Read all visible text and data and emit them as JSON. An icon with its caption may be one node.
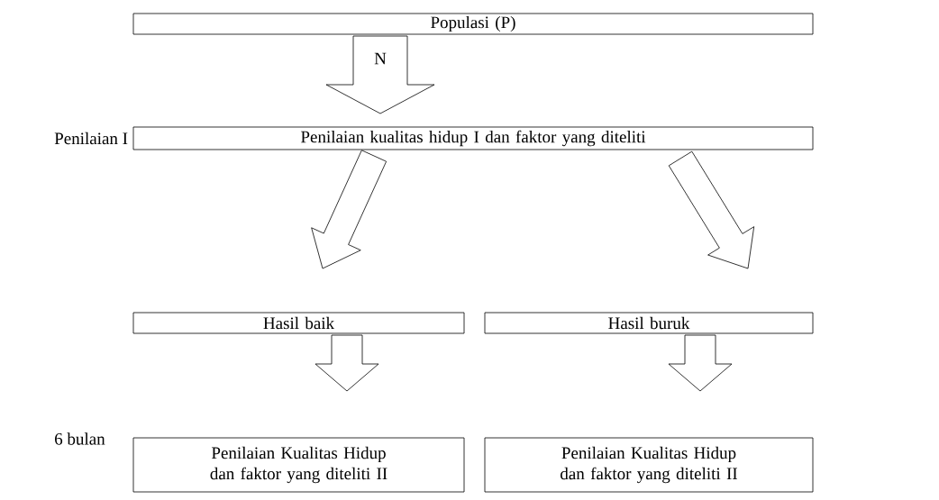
{
  "diagram": {
    "nodes": [
      {
        "text": [
          "Populasi (P)"
        ]
      },
      {
        "text": [
          "Penilaian kualitas hidup I dan faktor yang diteliti"
        ],
        "beside": [
          "Penilaian I"
        ]
      },
      {
        "text": [
          "Hasil baik"
        ]
      },
      {
        "text": [
          "Hasil buruk"
        ]
      },
      {
        "text": [
          "Penilaian Kualitas Hidup dan faktor yang diteliti II"
        ],
        "beside": [
          "6 bulan"
        ]
      },
      {
        "text": [
          "Penilaian Kualitas Hidup dan faktor yang diteliti II"
        ]
      }
    ],
    "edges": [
      {
        "from": 0,
        "to": 1,
        "arrow": "to",
        "label": "N"
      },
      {
        "from": 1,
        "to": 2,
        "arrow": "to"
      },
      {
        "from": 1,
        "to": 3,
        "arrow": "to"
      },
      {
        "from": 2,
        "to": 4,
        "arrow": "to"
      },
      {
        "from": 3,
        "to": 5,
        "arrow": "to"
      }
    ]
  }
}
